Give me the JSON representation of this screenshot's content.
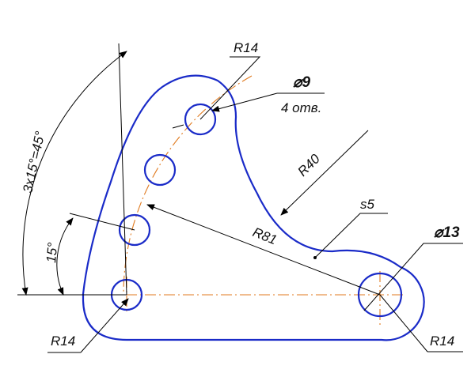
{
  "drawing": {
    "labels": {
      "r14_top": "R14",
      "hole_size_top": "⌀9",
      "hole_count": "4 отв.",
      "r40": "R40",
      "thickness": "s5",
      "r81": "R81",
      "hole_size_right": "⌀13",
      "r14_left": "R14",
      "r14_right": "R14",
      "angle_total": "3х15°=45°",
      "angle_single": "15°"
    },
    "colors": {
      "outline": "#1a2bc8",
      "axis": "#e07a1f",
      "dimension": "#000000"
    }
  }
}
